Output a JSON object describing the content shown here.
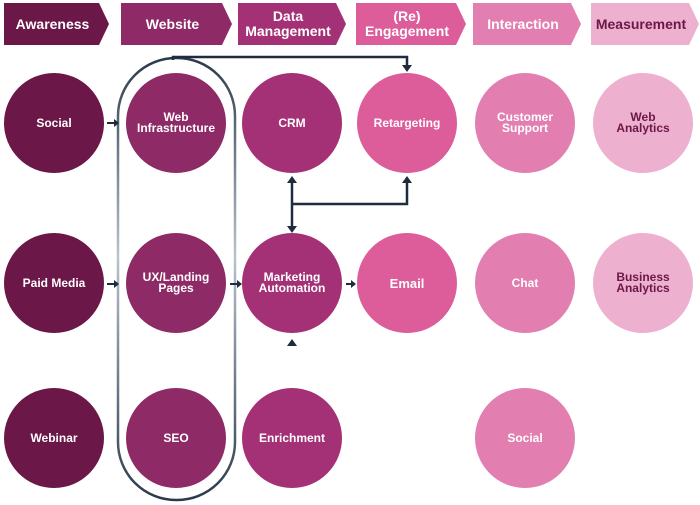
{
  "colors": {
    "awareness": "#6b1748",
    "website": "#8e2a66",
    "data": "#a43175",
    "engagement": "#dd5d9b",
    "interaction": "#e27fb0",
    "measurement": "#eeb0cf",
    "measurement_text": "#6b1748",
    "arrow": "#1e2d3d"
  },
  "headers": [
    {
      "label": "Awareness"
    },
    {
      "label": "Website"
    },
    {
      "label": "Data\nManagement"
    },
    {
      "label": "(Re)\nEngagement"
    },
    {
      "label": "Interaction"
    },
    {
      "label": "Measurement"
    }
  ],
  "nodes": {
    "social": {
      "label": "Social"
    },
    "paid_media": {
      "label": "Paid Media"
    },
    "webinar": {
      "label": "Webinar"
    },
    "web_infrastructure": {
      "label": "Web\nInfrastructure"
    },
    "ux_landing_pages": {
      "label": "UX/Landing\nPages"
    },
    "seo": {
      "label": "SEO"
    },
    "crm": {
      "label": "CRM"
    },
    "marketing_automation": {
      "label": "Marketing\nAutomation"
    },
    "enrichment": {
      "label": "Enrichment"
    },
    "retargeting": {
      "label": "Retargeting"
    },
    "email": {
      "label": "Email"
    },
    "customer_support": {
      "label": "Customer\nSupport"
    },
    "chat": {
      "label": "Chat"
    },
    "interaction_social": {
      "label": "Social"
    },
    "web_analytics": {
      "label": "Web\nAnalytics"
    },
    "business_analytics": {
      "label": "Business\nAnalytics"
    }
  }
}
